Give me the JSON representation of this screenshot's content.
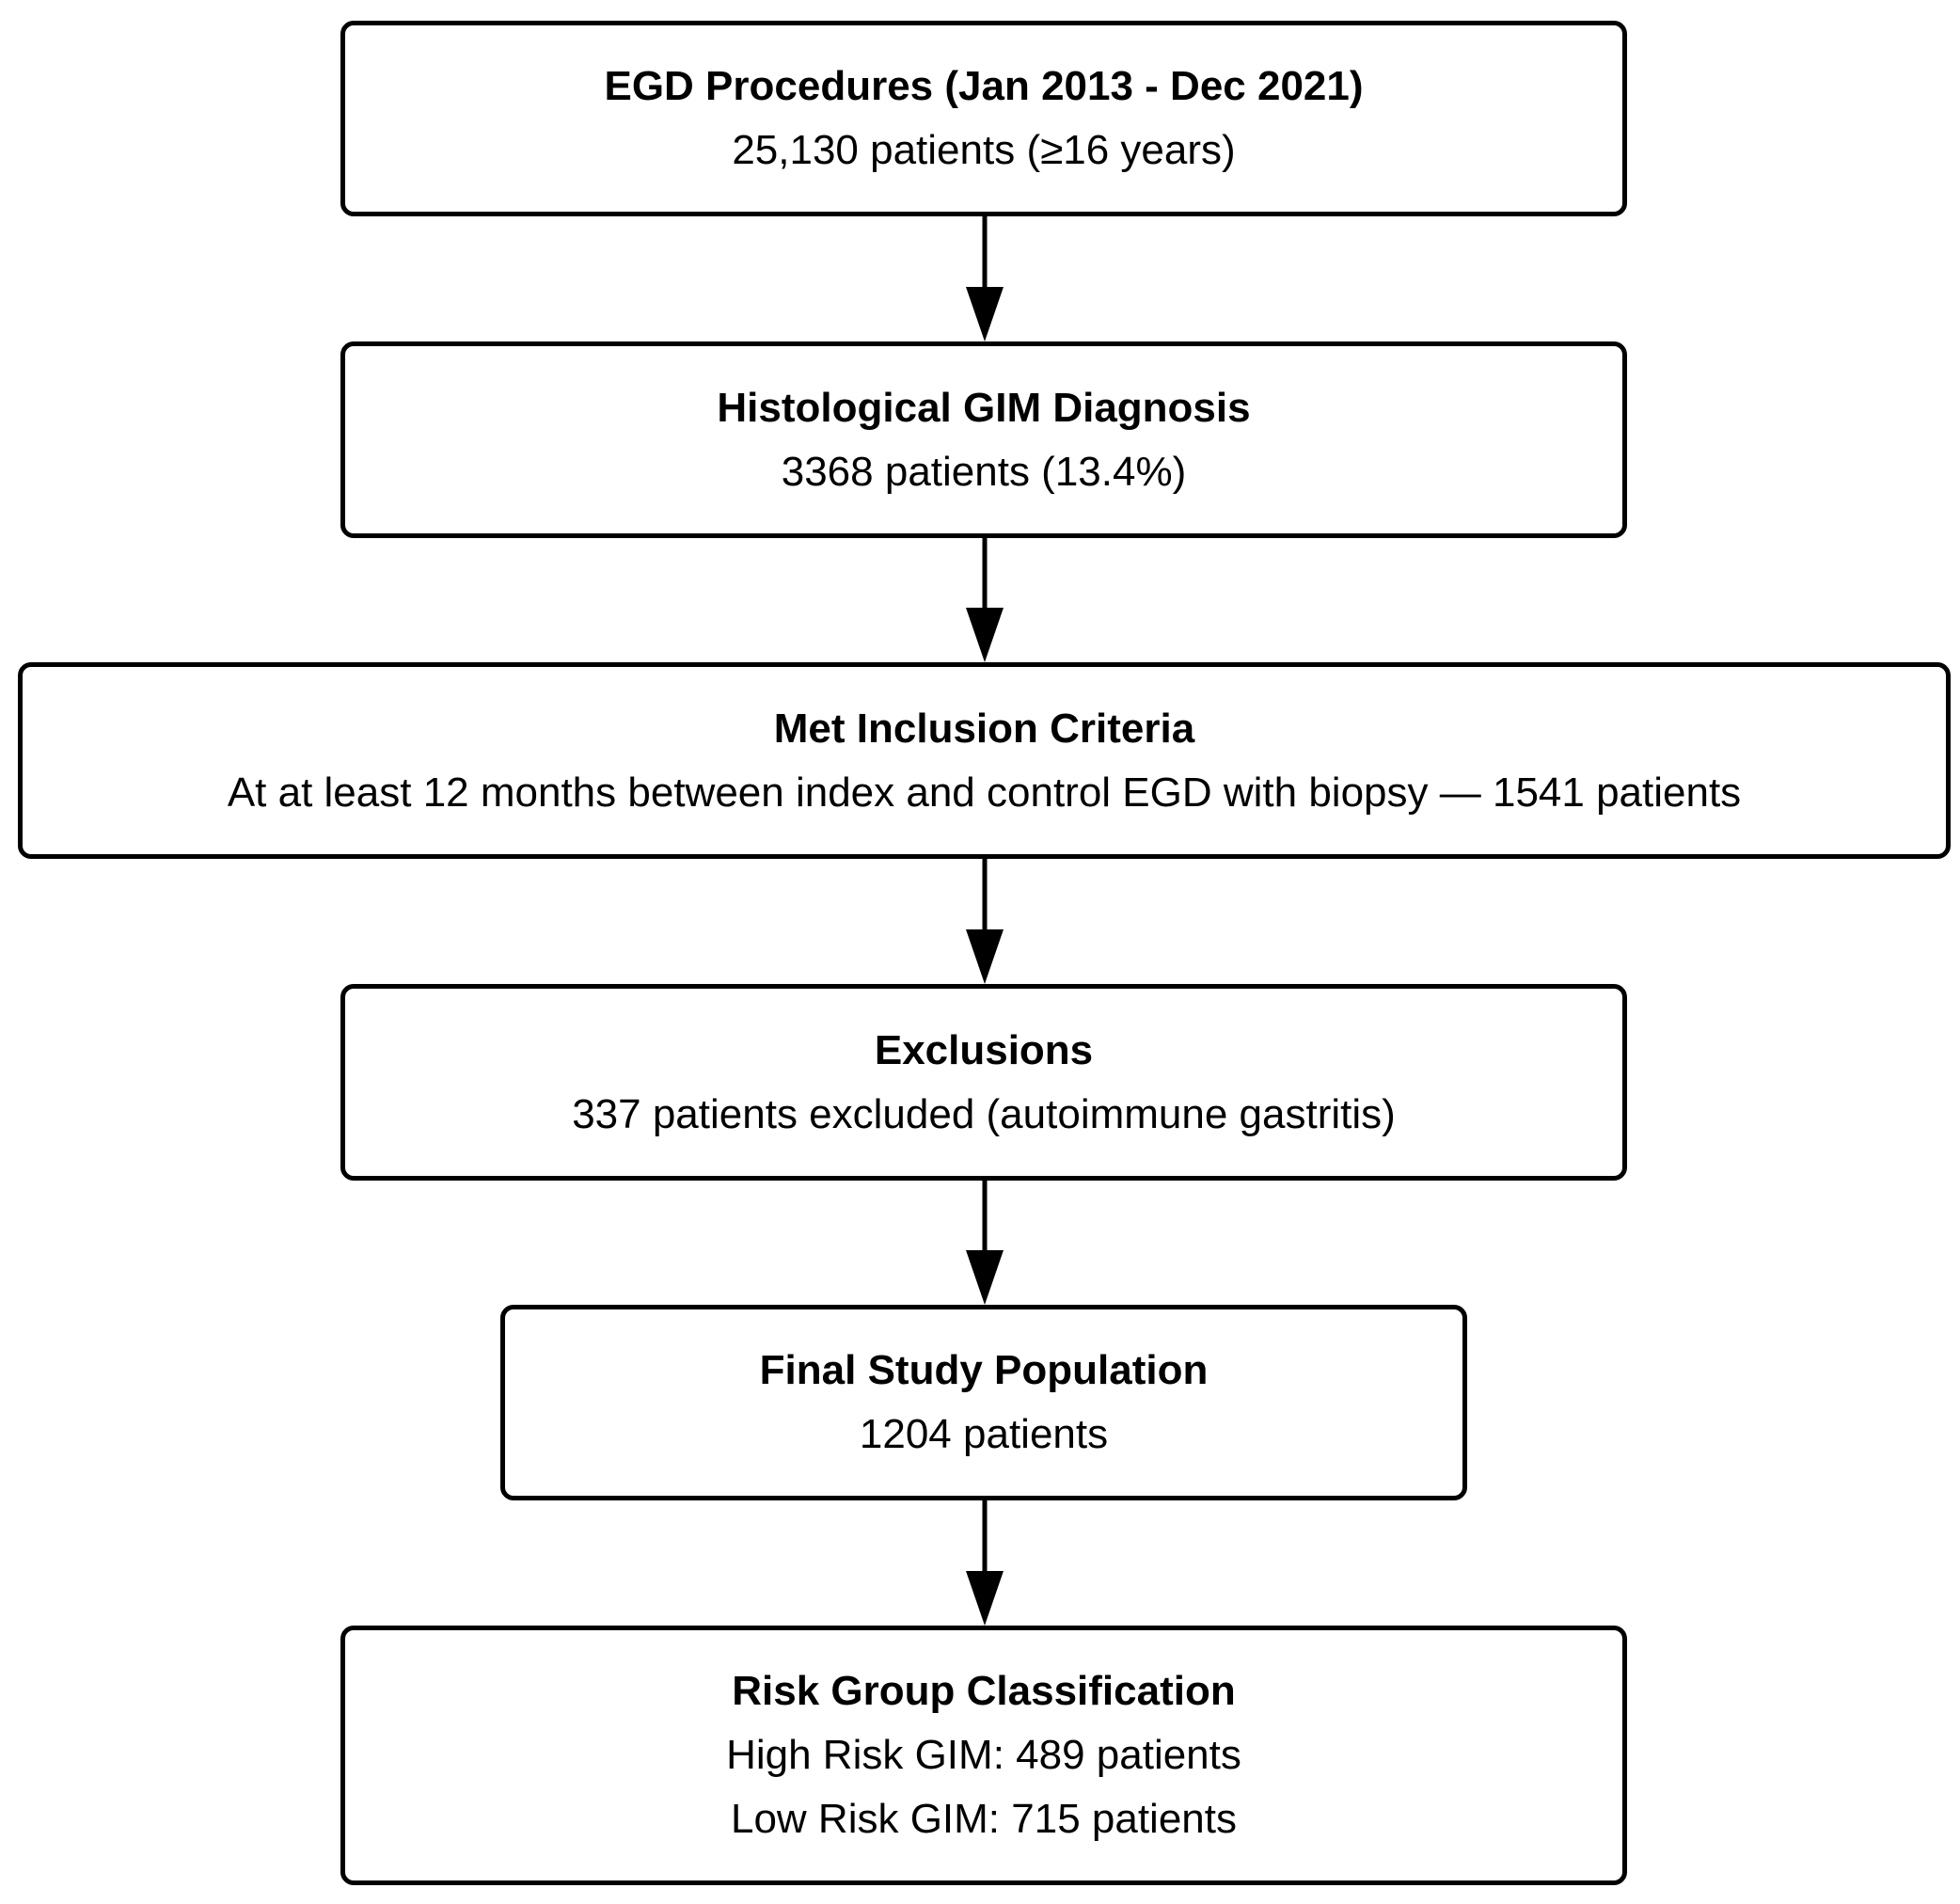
{
  "flowchart": {
    "steps": [
      {
        "title": "EGD Procedures (Jan 2013 - Dec 2021)",
        "lines": [
          "25,130 patients (≥16 years)"
        ]
      },
      {
        "title": "Histological GIM Diagnosis",
        "lines": [
          "3368 patients (13.4%)"
        ]
      },
      {
        "title": "Met Inclusion Criteria",
        "lines": [
          "At at least 12 months between index and control EGD with biopsy —  1541 patients"
        ]
      },
      {
        "title": "Exclusions",
        "lines": [
          "337 patients excluded (autoimmune gastritis)"
        ]
      },
      {
        "title": "Final Study Population",
        "lines": [
          "1204 patients"
        ]
      },
      {
        "title": "Risk Group Classification",
        "lines": [
          "High Risk GIM: 489 patients",
          "Low Risk GIM: 715 patients"
        ]
      }
    ],
    "colors": {
      "stroke": "#000000",
      "fill": "#ffffff",
      "text": "#000000"
    }
  }
}
